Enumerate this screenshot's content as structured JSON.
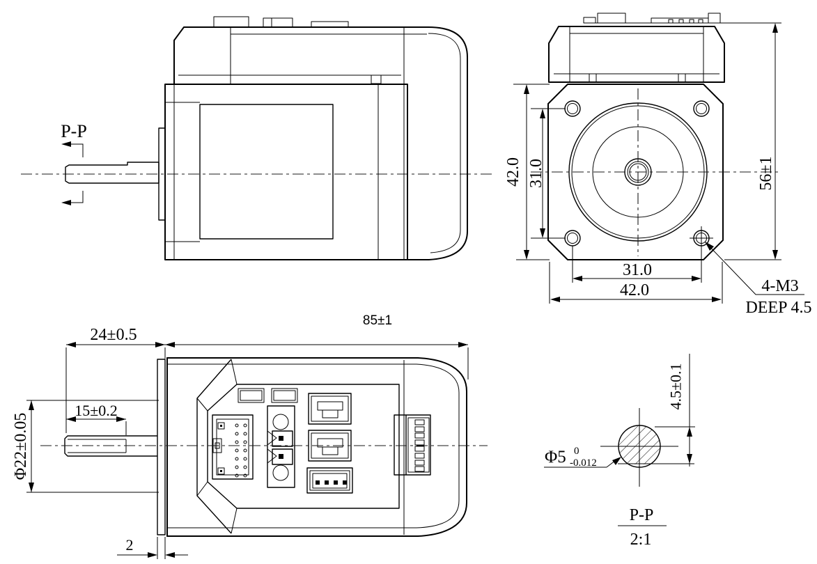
{
  "views": {
    "side_view": {
      "section_marker": "P-P"
    },
    "front_view": {
      "dim_flange_width_vertical": "42.0",
      "dim_hole_pitch_vertical": "31.0",
      "dim_total_height": "56±1",
      "dim_hole_pitch_horizontal": "31.0",
      "dim_flange_width_horizontal": "42.0",
      "mounting_holes_thread": "4-M3",
      "mounting_holes_depth": "DEEP 4.5"
    },
    "rear_view": {
      "dim_shaft_extension": "24±0.5",
      "dim_body_length": "85±1",
      "dim_shaft_flat_length": "15±0.2",
      "dim_pilot_diameter": "Φ22±0.05",
      "dim_plate_thickness": "2"
    },
    "section_view": {
      "dim_shaft_diameter": "Φ5",
      "tolerance_upper": "0",
      "tolerance_lower": "-0.012",
      "dim_across_flat": "4.5±0.1",
      "section_label": "P-P",
      "section_scale": "2:1"
    }
  },
  "colors": {
    "line": "#000000",
    "background": "#ffffff"
  }
}
